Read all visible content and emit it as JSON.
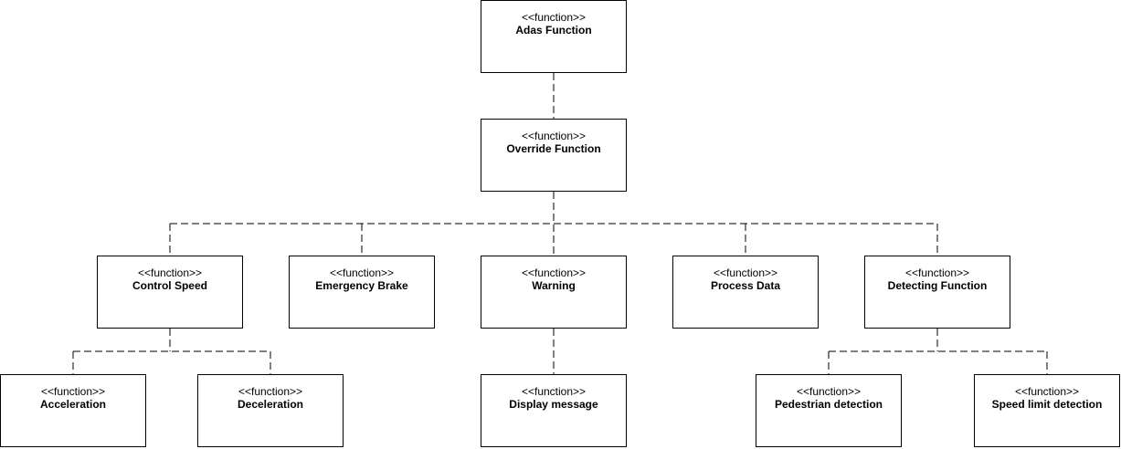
{
  "diagram": {
    "nodes": [
      {
        "id": "adas",
        "stereotype": "<<function>>",
        "name": "Adas Function"
      },
      {
        "id": "override",
        "stereotype": "<<function>>",
        "name": "Override Function"
      },
      {
        "id": "control-speed",
        "stereotype": "<<function>>",
        "name": "Control Speed"
      },
      {
        "id": "emergency-brake",
        "stereotype": "<<function>>",
        "name": "Emergency Brake"
      },
      {
        "id": "warning",
        "stereotype": "<<function>>",
        "name": "Warning"
      },
      {
        "id": "process-data",
        "stereotype": "<<function>>",
        "name": "Process Data"
      },
      {
        "id": "detecting",
        "stereotype": "<<function>>",
        "name": "Detecting Function"
      },
      {
        "id": "acceleration",
        "stereotype": "<<function>>",
        "name": "Acceleration"
      },
      {
        "id": "deceleration",
        "stereotype": "<<function>>",
        "name": "Deceleration"
      },
      {
        "id": "display-message",
        "stereotype": "<<function>>",
        "name": "Display message"
      },
      {
        "id": "pedestrian",
        "stereotype": "<<function>>",
        "name": "Pedestrian detection"
      },
      {
        "id": "speed-limit",
        "stereotype": "<<function>>",
        "name": "Speed limit detection"
      }
    ],
    "edges": [
      {
        "from": "adas",
        "to": "override",
        "style": "dashed"
      },
      {
        "from": "override",
        "to": "control-speed",
        "style": "dashed"
      },
      {
        "from": "override",
        "to": "emergency-brake",
        "style": "dashed"
      },
      {
        "from": "override",
        "to": "warning",
        "style": "dashed"
      },
      {
        "from": "override",
        "to": "process-data",
        "style": "dashed"
      },
      {
        "from": "override",
        "to": "detecting",
        "style": "dashed"
      },
      {
        "from": "control-speed",
        "to": "acceleration",
        "style": "dashed"
      },
      {
        "from": "control-speed",
        "to": "deceleration",
        "style": "dashed"
      },
      {
        "from": "warning",
        "to": "display-message",
        "style": "dashed"
      },
      {
        "from": "detecting",
        "to": "pedestrian",
        "style": "dashed"
      },
      {
        "from": "detecting",
        "to": "speed-limit",
        "style": "dashed"
      }
    ]
  }
}
